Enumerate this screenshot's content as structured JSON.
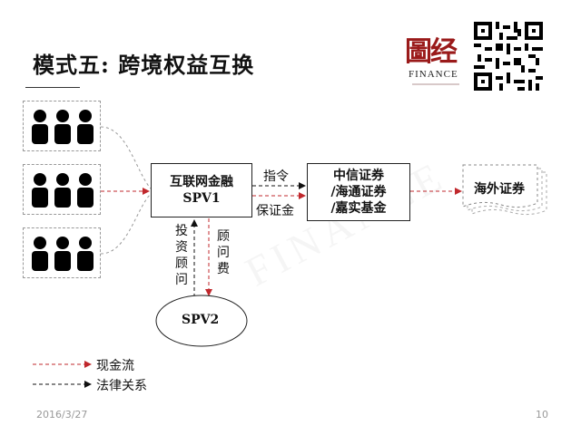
{
  "slide": {
    "title": "模式五: 跨境权益互换",
    "date": "2016/3/27",
    "page_number": "10"
  },
  "logo": {
    "glyphs": "圖经",
    "text": "FINANCE"
  },
  "watermark": {
    "text": "FINANCE"
  },
  "nodes": {
    "spv1": {
      "line1": "互联网金融",
      "line2": "SPV1"
    },
    "broker": {
      "line1": "中信证券",
      "line2": "/海通证券",
      "line3": "/嘉实基金"
    },
    "overseas": {
      "label": "海外证券"
    },
    "spv2": {
      "label": "SPV2"
    }
  },
  "edges": {
    "instruction": "指令",
    "margin": "保证金",
    "investment_advisor": "投资顾问",
    "advisory_fee": "顾问费"
  },
  "legend": {
    "cash_flow": "现金流",
    "legal_relation": "法律关系"
  },
  "colors": {
    "cash_flow": "#c0282d",
    "legal_relation": "#111111",
    "logo_red": "#9a1a1a"
  }
}
